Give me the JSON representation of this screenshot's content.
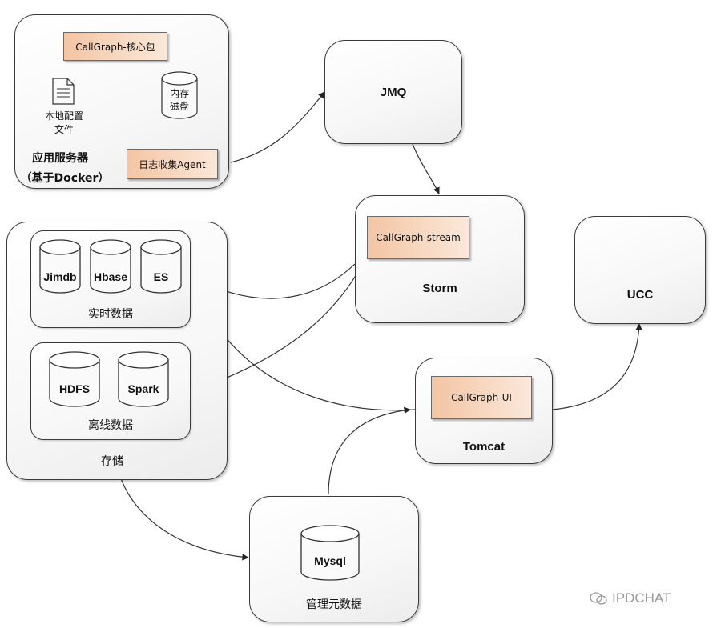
{
  "app_server": {
    "core_package": "CallGraph-核心包",
    "local_config": [
      "本地配置",
      "文件"
    ],
    "memory_disk": [
      "内存",
      "磁盘"
    ],
    "log_agent": "日志收集Agent",
    "title_line1": "应用服务器",
    "title_line2": "（基于Docker）"
  },
  "jmq": {
    "label": "JMQ"
  },
  "storm": {
    "stream_tag": "CallGraph-stream",
    "label": "Storm"
  },
  "ucc": {
    "label": "UCC"
  },
  "tomcat": {
    "ui_tag": "CallGraph-UI",
    "label": "Tomcat"
  },
  "storage": {
    "label": "存储",
    "realtime": {
      "label": "实时数据",
      "dbs": [
        "Jimdb",
        "Hbase",
        "ES"
      ]
    },
    "offline": {
      "label": "离线数据",
      "dbs": [
        "HDFS",
        "Spark"
      ]
    }
  },
  "meta": {
    "db": "Mysql",
    "label": "管理元数据"
  },
  "watermark": {
    "text": "IPDCHAT"
  },
  "colors": {
    "tag_fill": "#f3c5a4",
    "border": "#3a3a3a"
  }
}
